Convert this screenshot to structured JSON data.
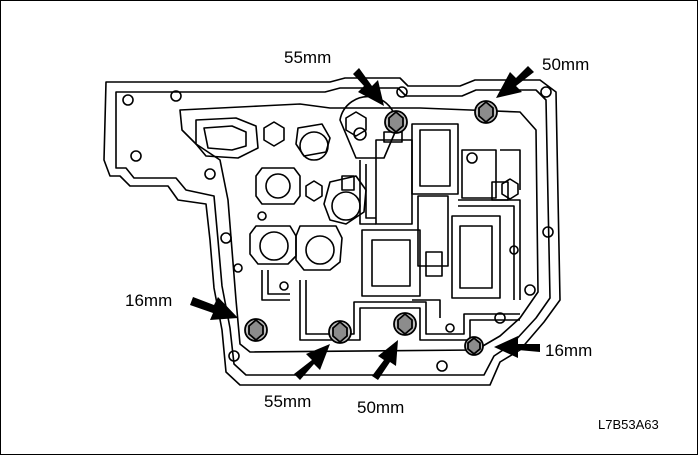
{
  "diagram": {
    "callouts": [
      {
        "id": "top-left",
        "label": "55mm"
      },
      {
        "id": "top-right",
        "label": "50mm"
      },
      {
        "id": "left",
        "label": "16mm"
      },
      {
        "id": "right",
        "label": "16mm"
      },
      {
        "id": "bottom-left",
        "label": "55mm"
      },
      {
        "id": "bottom-center",
        "label": "50mm"
      }
    ],
    "figure_code": "L7B53A63",
    "colors": {
      "line": "#000000",
      "background": "#ffffff",
      "bolt_fill": "#bfbfbf"
    }
  }
}
